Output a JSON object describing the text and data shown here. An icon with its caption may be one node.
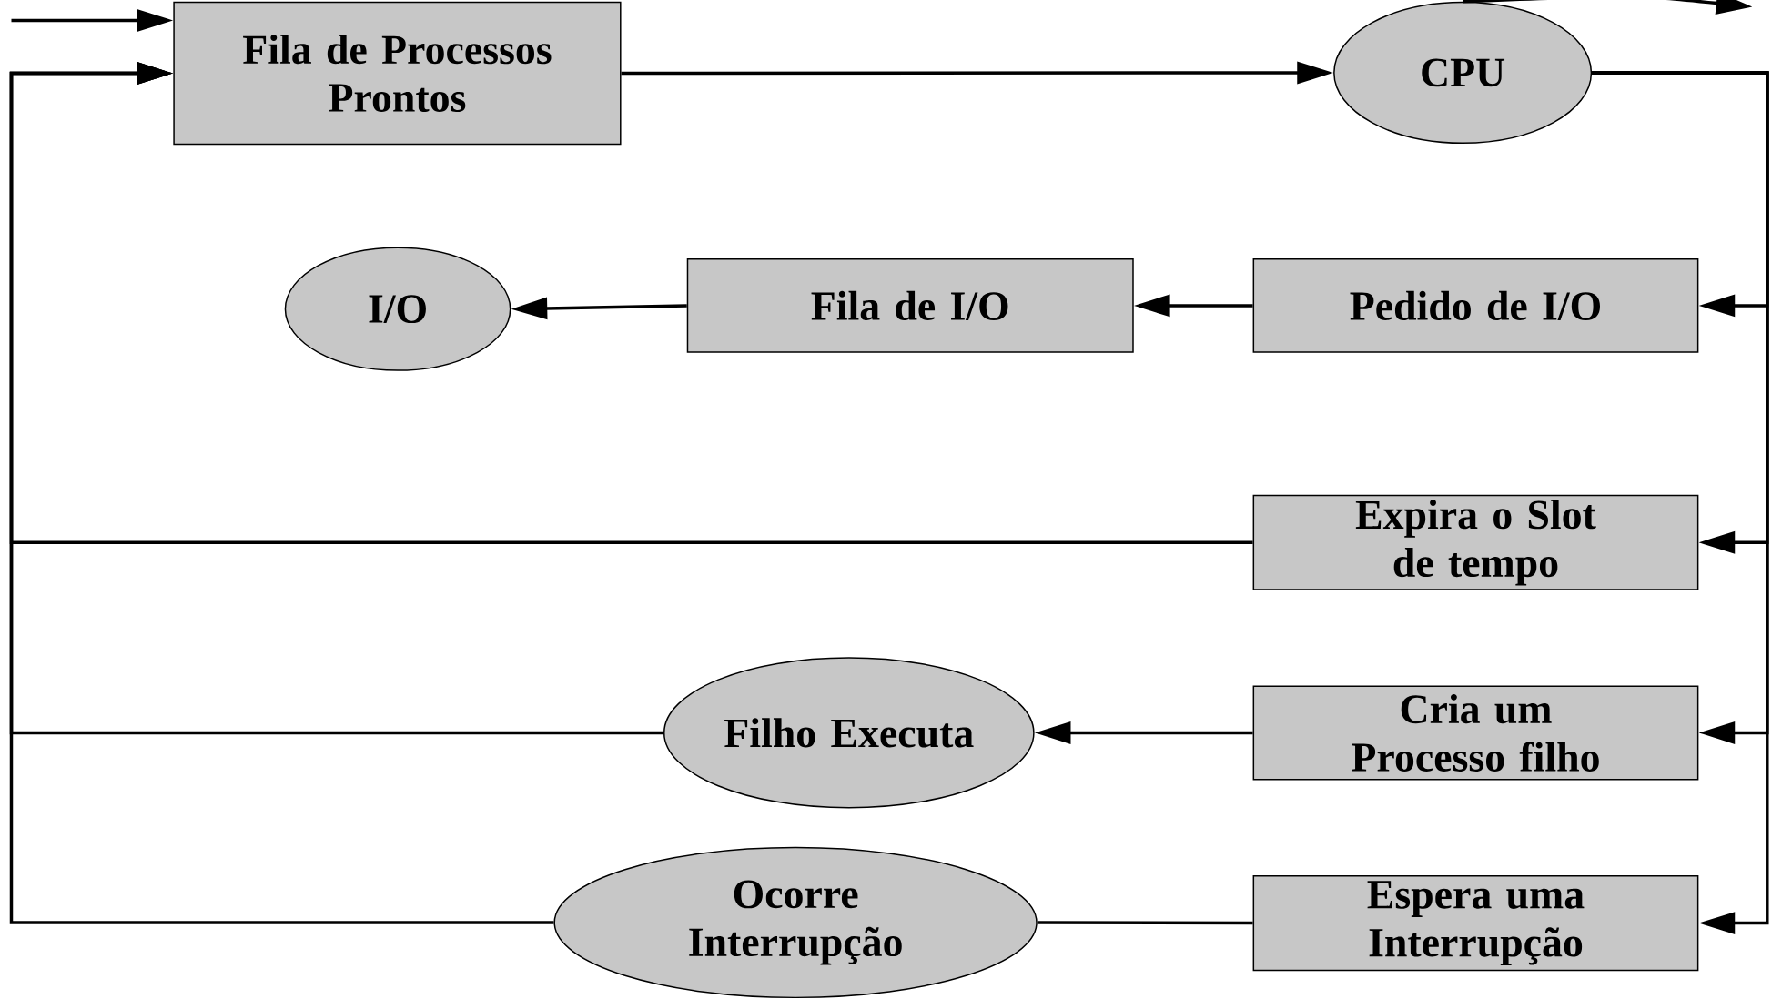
{
  "diagram": {
    "nodes": [
      {
        "text": [
          "Fila de Processos Prontos"
        ]
      },
      {
        "text": [
          "CPU"
        ]
      },
      {
        "text": [
          "I/O"
        ]
      },
      {
        "text": [
          "Fila de I/O"
        ]
      },
      {
        "text": [
          "Pedido de I/O"
        ]
      },
      {
        "text": [
          "Expira o Slot de tempo"
        ]
      },
      {
        "text": [
          "Filho Executa"
        ]
      },
      {
        "text": [
          "Cria um Processo filho"
        ]
      },
      {
        "text": [
          "Ocorre Interrupção"
        ]
      },
      {
        "text": [
          "Espera uma Interrupção"
        ]
      }
    ],
    "edges": [
      {
        "from": null,
        "to": 0,
        "arrow": "to"
      },
      {
        "from": 0,
        "to": 1,
        "arrow": "to"
      },
      {
        "from": 1,
        "to": null,
        "arrow": "to"
      },
      {
        "from": 1,
        "to": 4,
        "arrow": "to"
      },
      {
        "from": 1,
        "to": 5,
        "arrow": "to"
      },
      {
        "from": 1,
        "to": 7,
        "arrow": "to"
      },
      {
        "from": 1,
        "to": 9,
        "arrow": "to"
      },
      {
        "from": 4,
        "to": 3,
        "arrow": "to"
      },
      {
        "from": 3,
        "to": 2,
        "arrow": "to"
      },
      {
        "from": 5,
        "to": 0,
        "arrow": "to"
      },
      {
        "from": 7,
        "to": 6,
        "arrow": "to"
      },
      {
        "from": 6,
        "to": 0,
        "arrow": "to"
      },
      {
        "from": 9,
        "to": 8,
        "arrow": "none"
      },
      {
        "from": 8,
        "to": 0,
        "arrow": "to"
      }
    ]
  }
}
